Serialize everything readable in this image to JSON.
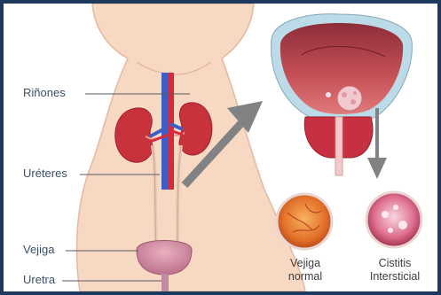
{
  "labels": {
    "kidneys": "Riñones",
    "ureters": "Uréteres",
    "bladder": "Vejiga",
    "urethra": "Uretra"
  },
  "captions": {
    "normal_line1": "Vejiga",
    "normal_line2": "normal",
    "ic_line1": "Cistitis",
    "ic_line2": "Intersticial"
  },
  "colors": {
    "frame": "#1d3a5e",
    "skin": "#f7d8c3",
    "kidney": "#c8323a",
    "vein": "#3b5fc4",
    "artery": "#d8293a",
    "bladder": "#c9849a",
    "arrow": "#808284"
  }
}
